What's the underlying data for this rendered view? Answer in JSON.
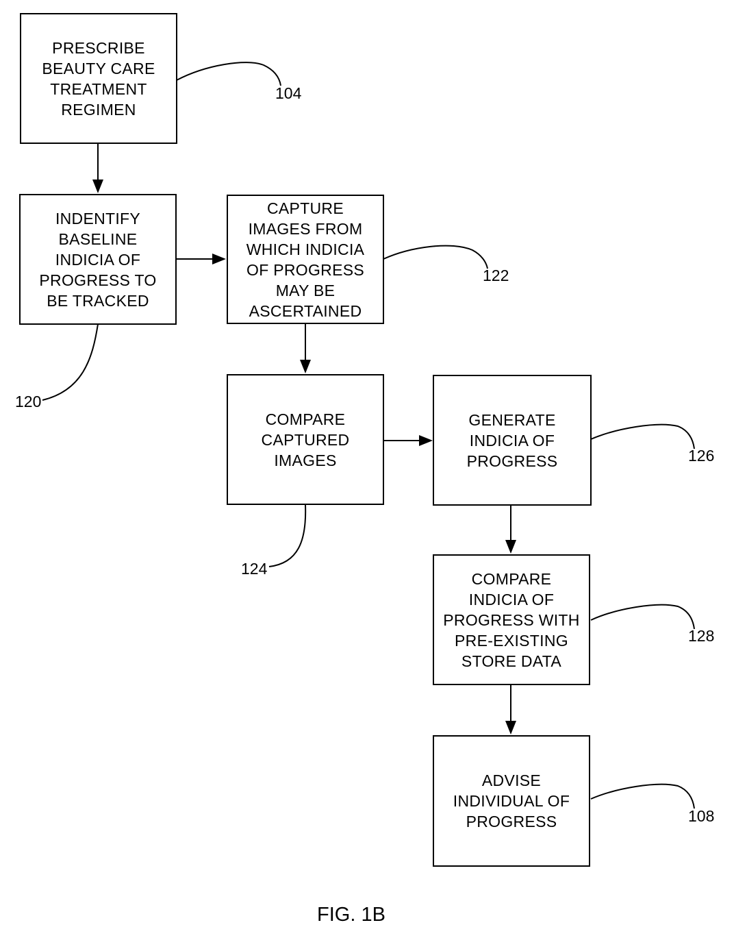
{
  "boxes": {
    "prescribe": "PRESCRIBE\nBEAUTY CARE\nTREATMENT\nREGIMEN",
    "identify": "INDENTIFY\nBASELINE\nINDICIA OF\nPROGRESS TO\nBE TRACKED",
    "capture": "CAPTURE\nIMAGES FROM\nWHICH INDICIA\nOF PROGRESS\nMAY BE\nASCERTAINED",
    "compare_images": "COMPARE\nCAPTURED\nIMAGES",
    "generate": "GENERATE\nINDICIA OF\nPROGRESS",
    "compare_data": "COMPARE\nINDICIA OF\nPROGRESS WITH\nPRE-EXISTING\nSTORE DATA",
    "advise": "ADVISE\nINDIVIDUAL OF\nPROGRESS"
  },
  "refs": {
    "r104": "104",
    "r120": "120",
    "r122": "122",
    "r124": "124",
    "r126": "126",
    "r128": "128",
    "r108": "108"
  },
  "caption": "FIG. 1B"
}
